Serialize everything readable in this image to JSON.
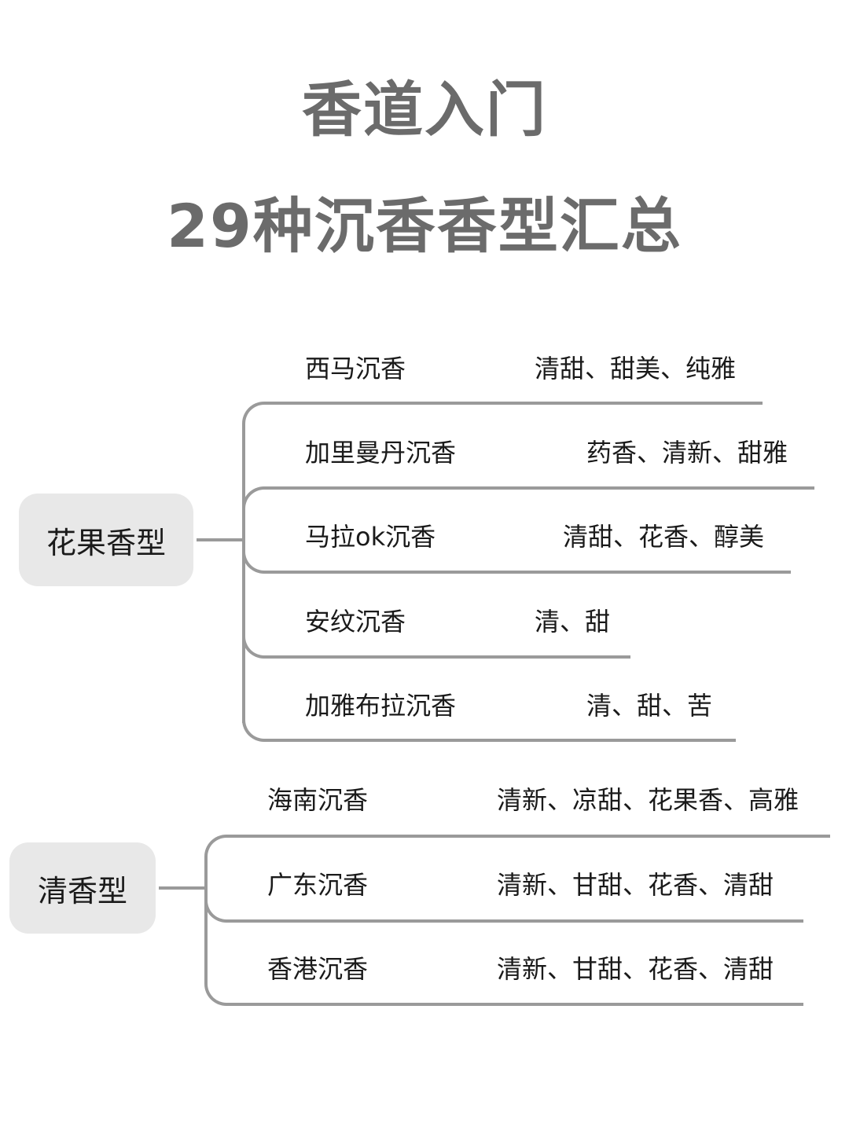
{
  "title": {
    "line1": "香道入门",
    "line2": "29种沉香香型汇总"
  },
  "groups": [
    {
      "category": "花果香型",
      "items": [
        {
          "name": "西马沉香",
          "desc": "清甜、甜美、纯雅"
        },
        {
          "name": "加里曼丹沉香",
          "desc": "药香、清新、甜雅"
        },
        {
          "name": "马拉ok沉香",
          "desc": "清甜、花香、醇美"
        },
        {
          "name": "安纹沉香",
          "desc": "清、甜"
        },
        {
          "name": "加雅布拉沉香",
          "desc": "清、甜、苦"
        }
      ]
    },
    {
      "category": "清香型",
      "items": [
        {
          "name": "海南沉香",
          "desc": "清新、凉甜、花果香、高雅"
        },
        {
          "name": "广东沉香",
          "desc": "清新、甘甜、花香、清甜"
        },
        {
          "name": "香港沉香",
          "desc": "清新、甘甜、花香、清甜"
        }
      ]
    }
  ]
}
